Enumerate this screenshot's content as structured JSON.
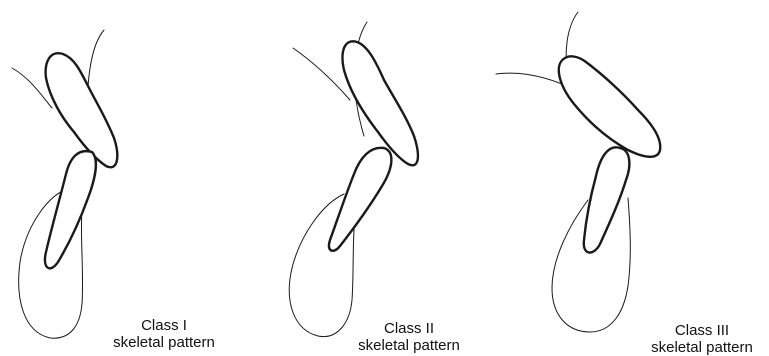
{
  "panels": [
    {
      "class_label": "Class I",
      "pattern_label": "skeletal pattern"
    },
    {
      "class_label": "Class II",
      "pattern_label": "skeletal pattern"
    },
    {
      "class_label": "Class III",
      "pattern_label": "skeletal pattern"
    }
  ]
}
